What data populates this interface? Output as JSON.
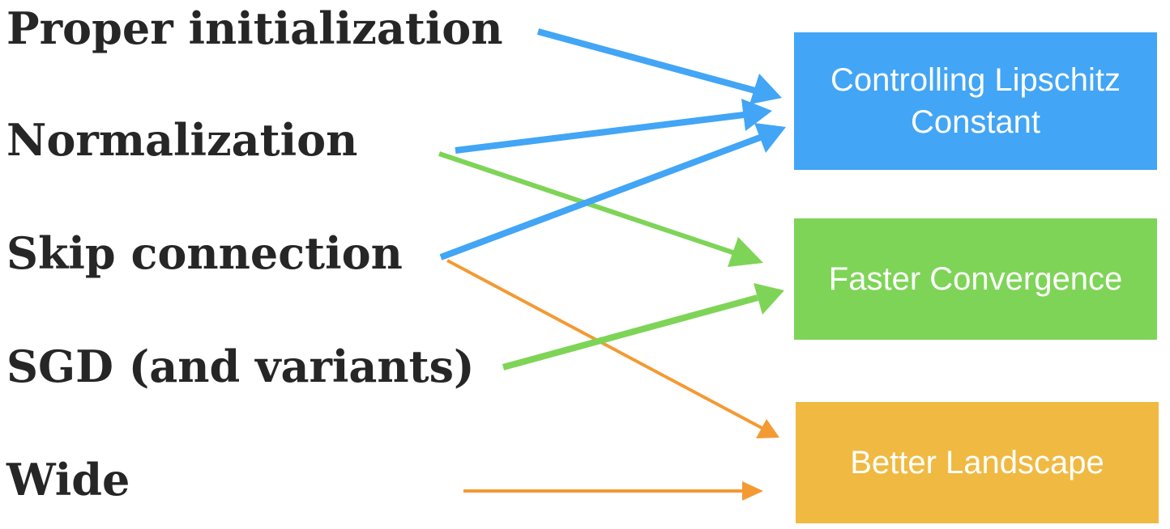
{
  "techniques": [
    {
      "id": "proper",
      "label": "Proper initialization"
    },
    {
      "id": "norm",
      "label": "Normalization"
    },
    {
      "id": "skip",
      "label": "Skip connection"
    },
    {
      "id": "sgd",
      "label": "SGD (and variants)"
    },
    {
      "id": "wide",
      "label": "Wide"
    }
  ],
  "effects": [
    {
      "id": "lipschitz",
      "label": "Controlling Lipschitz\nConstant",
      "color": "#42A5F5"
    },
    {
      "id": "faster",
      "label": "Faster Convergence",
      "color": "#7ED457"
    },
    {
      "id": "landscape",
      "label": "Better Landscape",
      "color": "#F0B942"
    }
  ],
  "arrow_colors": {
    "blue": "#42A5F5",
    "green": "#7ED457",
    "orange": "#F39A33"
  },
  "connections": [
    {
      "from": "Proper initialization",
      "to": "Controlling Lipschitz Constant",
      "color": "blue"
    },
    {
      "from": "Normalization",
      "to": "Controlling Lipschitz Constant",
      "color": "blue"
    },
    {
      "from": "Normalization",
      "to": "Faster Convergence",
      "color": "green"
    },
    {
      "from": "Skip connection",
      "to": "Controlling Lipschitz Constant",
      "color": "blue"
    },
    {
      "from": "Skip connection",
      "to": "Better Landscape",
      "color": "orange"
    },
    {
      "from": "SGD (and variants)",
      "to": "Faster Convergence",
      "color": "green"
    },
    {
      "from": "Wide",
      "to": "Better Landscape",
      "color": "orange"
    }
  ]
}
